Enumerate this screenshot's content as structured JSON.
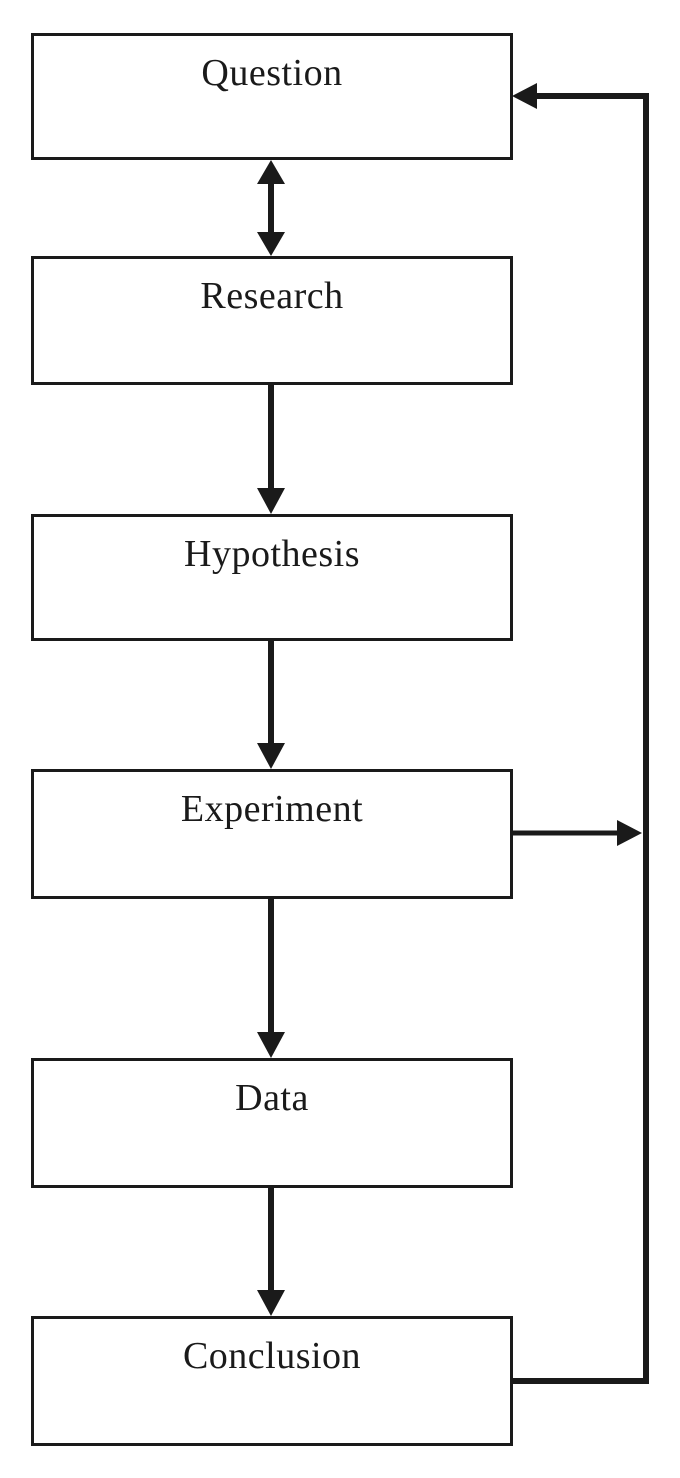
{
  "diagram": {
    "type": "flowchart",
    "steps": [
      {
        "id": "question",
        "label": "Question"
      },
      {
        "id": "research",
        "label": "Research"
      },
      {
        "id": "hypothesis",
        "label": "Hypothesis"
      },
      {
        "id": "experiment",
        "label": "Experiment"
      },
      {
        "id": "data",
        "label": "Data"
      },
      {
        "id": "conclusion",
        "label": "Conclusion"
      }
    ],
    "connections": [
      {
        "from": "question",
        "to": "research",
        "bidirectional": true
      },
      {
        "from": "research",
        "to": "hypothesis",
        "bidirectional": false
      },
      {
        "from": "hypothesis",
        "to": "experiment",
        "bidirectional": false
      },
      {
        "from": "experiment",
        "to": "data",
        "bidirectional": false
      },
      {
        "from": "data",
        "to": "conclusion",
        "bidirectional": false
      },
      {
        "from": "experiment",
        "to": "feedback-line",
        "bidirectional": false
      },
      {
        "from": "conclusion",
        "to": "question",
        "bidirectional": false,
        "via": "feedback-line"
      }
    ],
    "colors": {
      "stroke": "#1a1a1a",
      "fill": "#ffffff"
    }
  }
}
